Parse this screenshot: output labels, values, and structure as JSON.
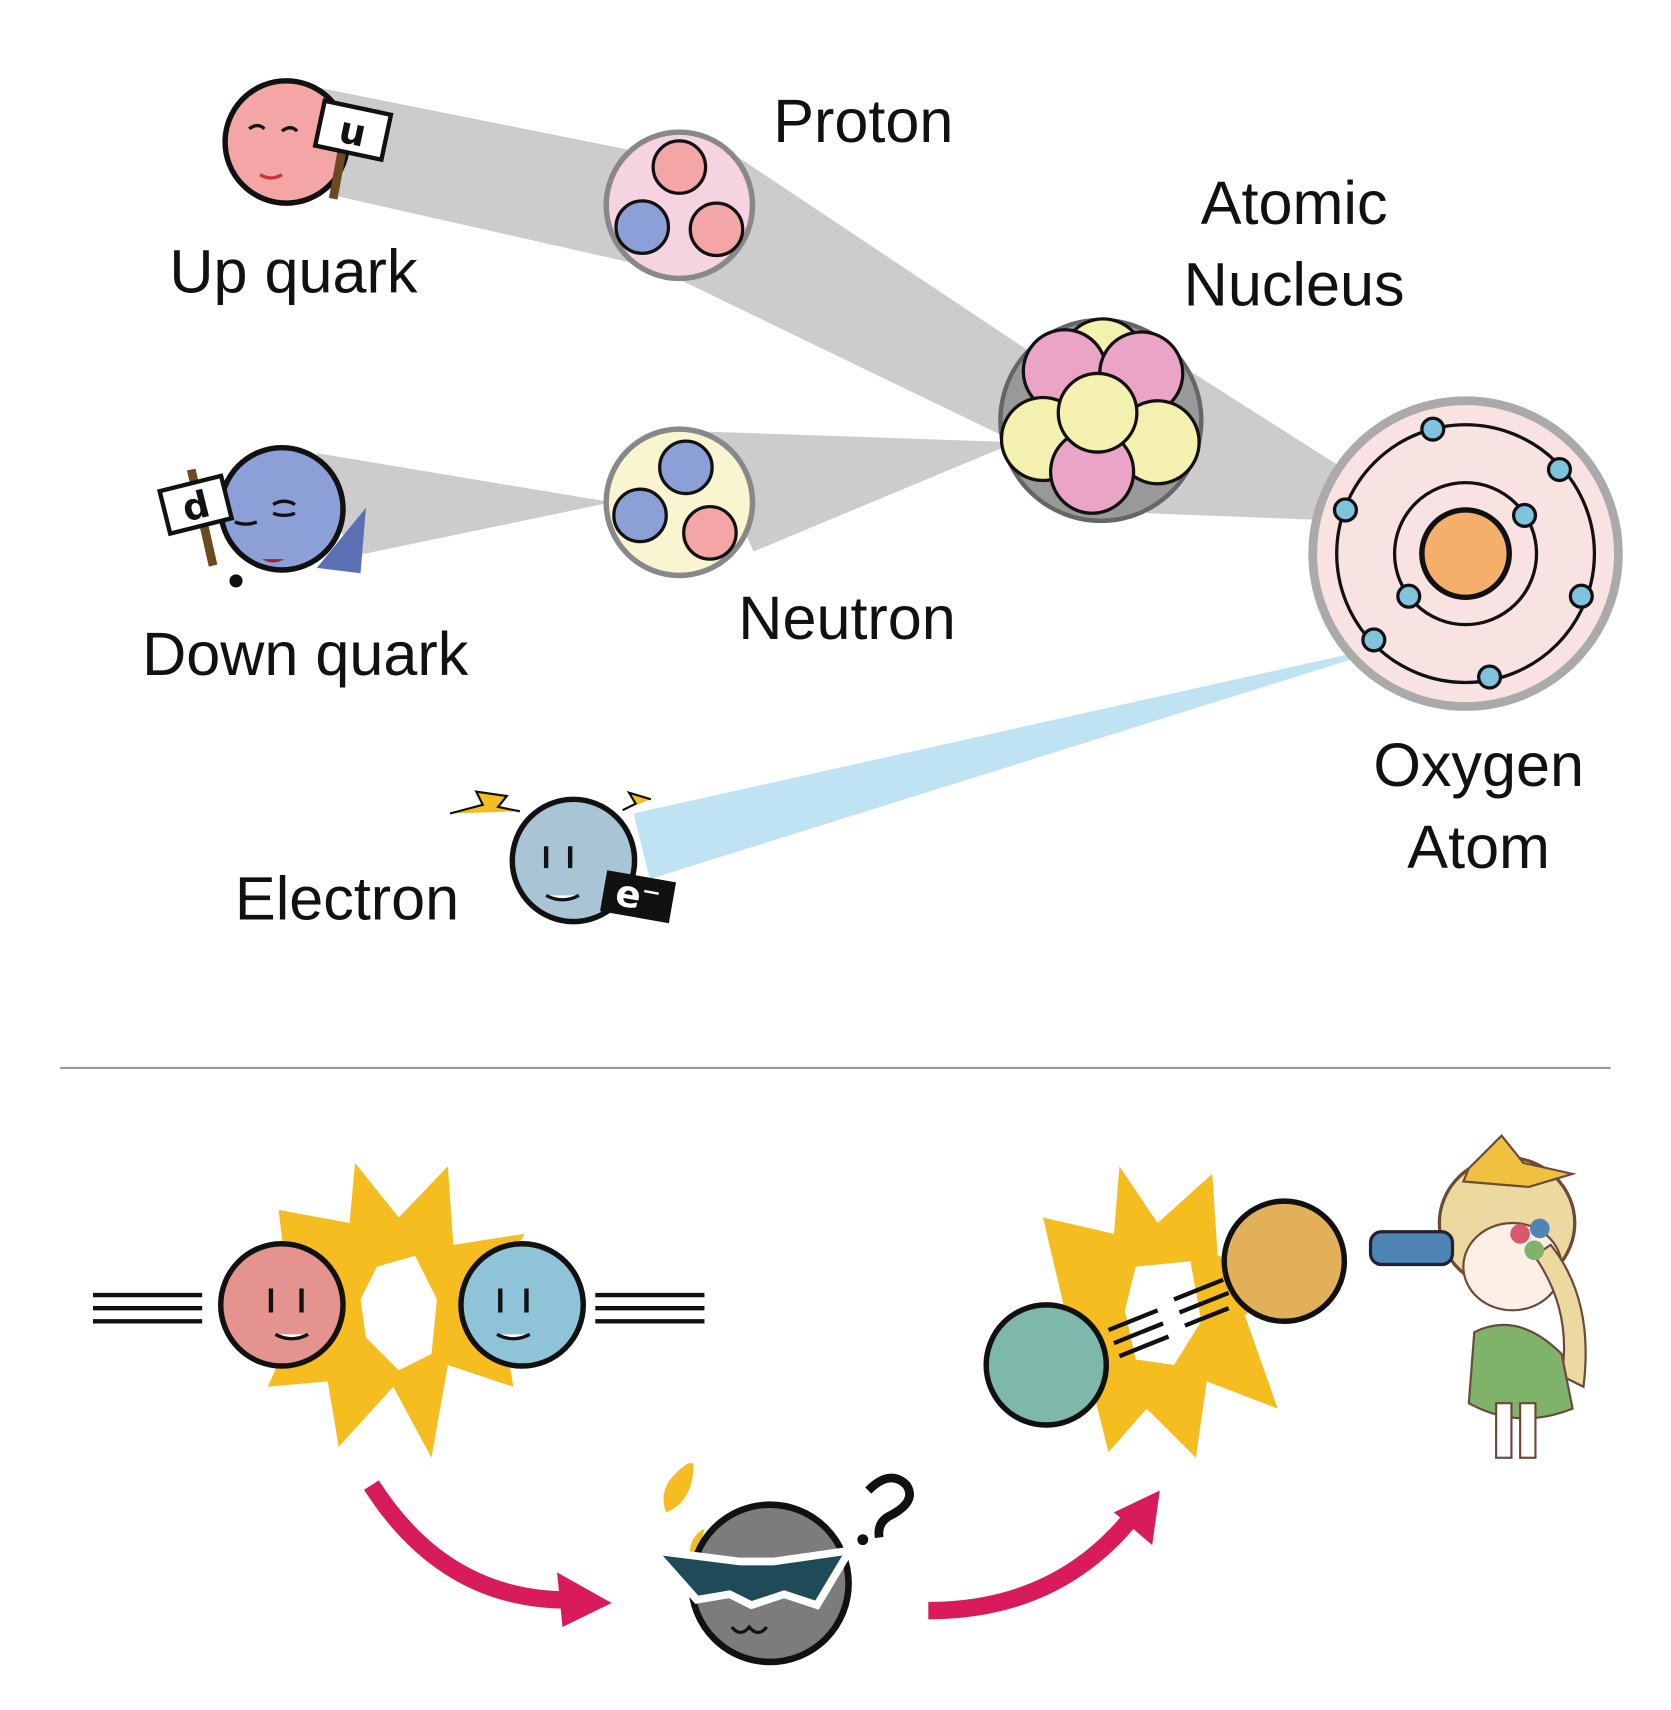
{
  "labels": {
    "up_quark": "Up quark",
    "down_quark": "Down quark",
    "proton": "Proton",
    "neutron": "Neutron",
    "nucleus_line1": "Atomic",
    "nucleus_line2": "Nucleus",
    "oxygen_line1": "Oxygen",
    "oxygen_line2": "Atom",
    "electron": "Electron"
  },
  "signs": {
    "up": "u",
    "down": "d",
    "electron": "e⁻"
  },
  "colors": {
    "up_quark": "#f4a6a6",
    "down_quark": "#8c9fd6",
    "proton_bg": "#f5d3e0",
    "neutron_bg": "#f8f5d0",
    "nucleus_pink": "#eaa5c6",
    "nucleus_yellow": "#f4f0b0",
    "atom_bg": "#f8e2e2",
    "electron_orbit": "#7fc3dc",
    "electron_body": "#a9c4d4",
    "zoom_cone": "#cccccc",
    "electron_cone": "#bfe3f2",
    "burst": "#f5bd1f",
    "arrow": "#d81b5a"
  }
}
